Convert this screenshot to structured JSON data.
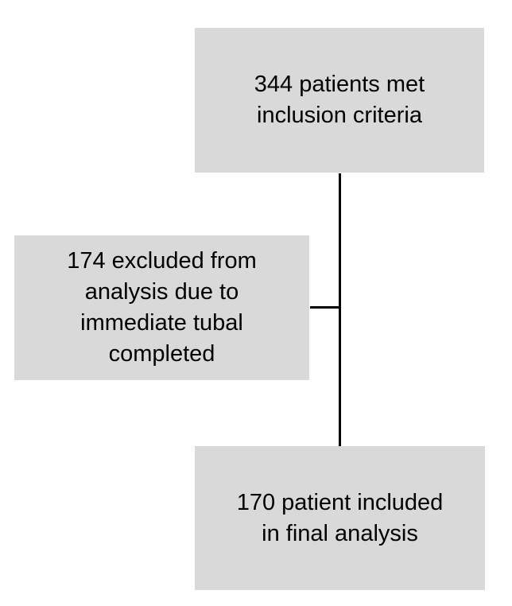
{
  "flowchart": {
    "colors": {
      "background": "#ffffff",
      "box_fill": "#d9d9d9",
      "text": "#000000",
      "connector": "#000000"
    },
    "boxes": {
      "inclusion": {
        "full_text": "344 patients met inclusion criteria",
        "value": 344,
        "lines": [
          "344 patients met",
          "inclusion criteria"
        ]
      },
      "excluded": {
        "full_text": "174 excluded from analysis due to immediate tubal completed",
        "value": 174,
        "lines": [
          "174 excluded from",
          "analysis due to",
          "immediate tubal",
          "completed"
        ]
      },
      "final": {
        "full_text": "170 patient included in final analysis",
        "value": 170,
        "lines": [
          "170 patient included",
          "in final analysis"
        ]
      }
    }
  }
}
